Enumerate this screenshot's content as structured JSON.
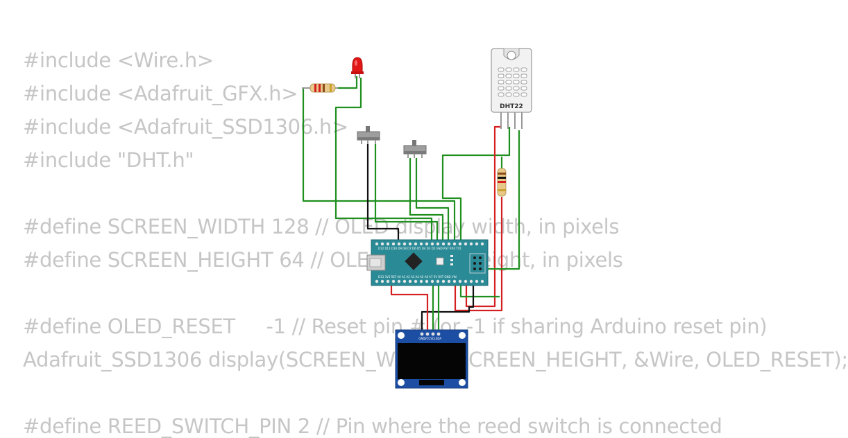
{
  "code_lines": [
    "#include <Wire.h>",
    "#include <Adafruit_GFX.h>",
    "#include <Adafruit_SSD1306.h>",
    "#include \"DHT.h\"",
    "#define SCREEN_WIDTH 128 // OLED display width, in pixels",
    "#define SCREEN_HEIGHT 64 // OLED display height, in pixels",
    "#define OLED_RESET     -1 // Reset pin # (or -1 if sharing Arduino reset pin)",
    "Adafruit_SSD1306 display(SCREEN_WIDTH, SCREEN_HEIGHT, &Wire, OLED_RESET);",
    "#define REED_SWITCH_PIN 2 // Pin where the reed switch is connected"
  ],
  "components": {
    "sensor_label": "DHT22",
    "oled_pins": [
      "GND",
      "VCC",
      "SCL",
      "SDA"
    ],
    "nano_top_pins": "D12 D11 D10 D9  D8  D7  D6  D5  D4  D3  D2  GND RST RX0 TX1",
    "nano_bottom_pins": "D13 3V3 REF A0  A1  A2  A3  A4  A5  A6  A7  5V  RST GND VIN"
  },
  "colors": {
    "wire_green": "#1f8f1f",
    "wire_red": "#d42020",
    "wire_black": "#111111",
    "board_teal": "#2a8a96",
    "oled_blue": "#1c4fa3",
    "led_red": "#e01818"
  }
}
